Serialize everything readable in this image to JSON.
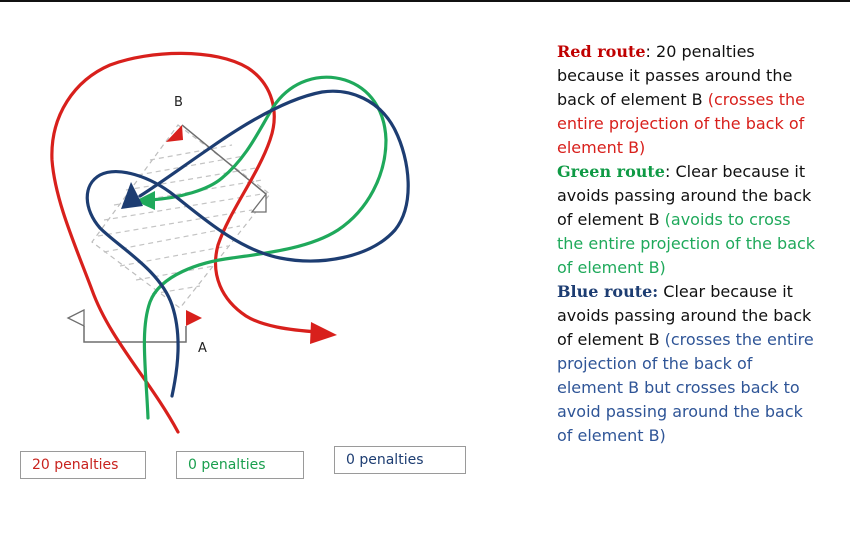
{
  "diagram": {
    "element_b_label": "B",
    "element_a_label": "A"
  },
  "penalty_boxes": {
    "red": "20 penalties",
    "green": "0 penalties",
    "blue": "0 penalties"
  },
  "explanations": {
    "red": {
      "title": "Red route",
      "colon": ":",
      "text": " 20 penalties because it passes around the back of element B ",
      "note": "(crosses the entire projection of the back of element B)"
    },
    "green": {
      "title": "Green route",
      "colon": ":",
      "text": " Clear because it avoids passing around the back of element B ",
      "note": "(avoids to cross the entire projection of the back of element B)"
    },
    "blue": {
      "title": "Blue route:",
      "colon": "",
      "text": " Clear because it avoids passing around the back of element B ",
      "note": "(crosses the entire projection of the back of element B but crosses back to avoid passing around the back of element B)"
    }
  },
  "colors": {
    "red": "#d8201c",
    "green": "#1fa95b",
    "blue": "#1d3d72",
    "blue_note": "#2f5597",
    "red_title": "#c00000",
    "green_title": "#0f9a45",
    "text": "#111111"
  }
}
